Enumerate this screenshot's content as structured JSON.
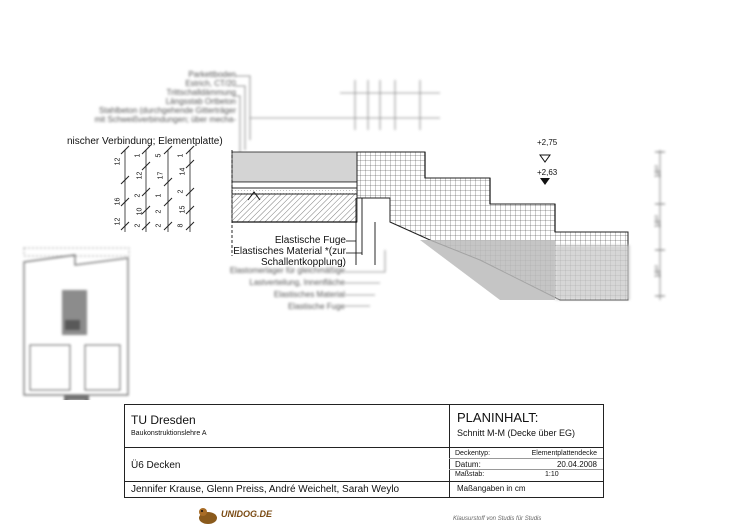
{
  "drawing": {
    "top_labels_blurred": [
      "Parkettboden",
      "Estrich, CT/20",
      "Trittschalldämmung",
      "Längsstab Ortbeton",
      "Stahlbeton (durchgehende Gitterträger",
      "mit Schweißverbindungen; über mecha-"
    ],
    "continuation_line": "nischer Verbindung; Elementplatte)",
    "level_marks": [
      "+2,75",
      "+2,63"
    ],
    "dim_left_col1": [
      "12",
      "16",
      "12"
    ],
    "dim_left_col2": [
      "1",
      "12",
      "2",
      "10",
      "2"
    ],
    "dim_left_col3": [
      "5",
      "17",
      "1",
      "2",
      "2"
    ],
    "dim_left_col4": [
      "1",
      "14",
      "2",
      "15",
      "8"
    ],
    "dim_right": [
      "18¹³",
      "18¹³",
      "18¹³"
    ],
    "joint_labels": [
      "Elastische Fuge",
      "Elastisches Material *(zur",
      "Schallentkopplung)"
    ],
    "bottom_labels_blurred": [
      "Elastomerlager für gleichmäßige",
      "Lastverteilung, Innenfläche",
      "Elastisches Material",
      "Elastische Fuge"
    ]
  },
  "title_block": {
    "university": "TU Dresden",
    "department": "Baukonstruktionslehre A",
    "exercise": "Ü6 Decken",
    "authors": "Jennifer Krause, Glenn Preiss, André Weichelt, Sarah Weylo",
    "plan_heading": "PLANINHALT:",
    "plan_subtitle": "Schnitt M-M (Decke über EG)",
    "fields": [
      {
        "key": "Deckentyp:",
        "value": "Elementplattendecke"
      },
      {
        "key": "Datum:",
        "value": "20.04.2008"
      },
      {
        "key": "Maßstab:",
        "value": "1:10"
      }
    ],
    "measure_note": "Maßangaben in cm"
  },
  "footer": {
    "logo_text": "UNIDOG.DE",
    "note": "Klausurstoff von Studis für Studis"
  }
}
